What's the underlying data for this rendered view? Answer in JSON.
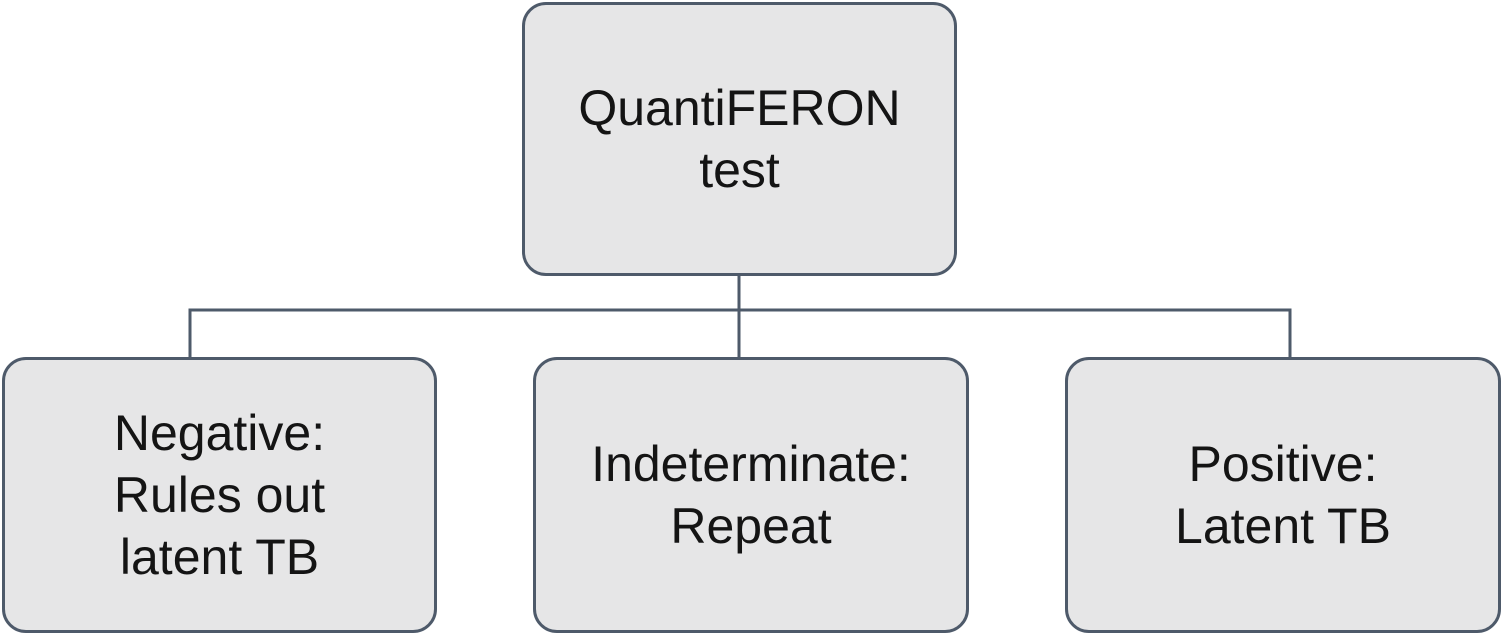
{
  "diagram": {
    "colors": {
      "box_fill": "#e6e6e7",
      "box_border": "#4e5a6a",
      "connector": "#4e5a6a",
      "text": "#141414"
    },
    "root": {
      "label": "QuantiFERON\ntest"
    },
    "outcomes": [
      {
        "label": "Negative:\nRules out\nlatent TB"
      },
      {
        "label": "Indeterminate:\nRepeat"
      },
      {
        "label": "Positive:\nLatent TB"
      }
    ]
  }
}
